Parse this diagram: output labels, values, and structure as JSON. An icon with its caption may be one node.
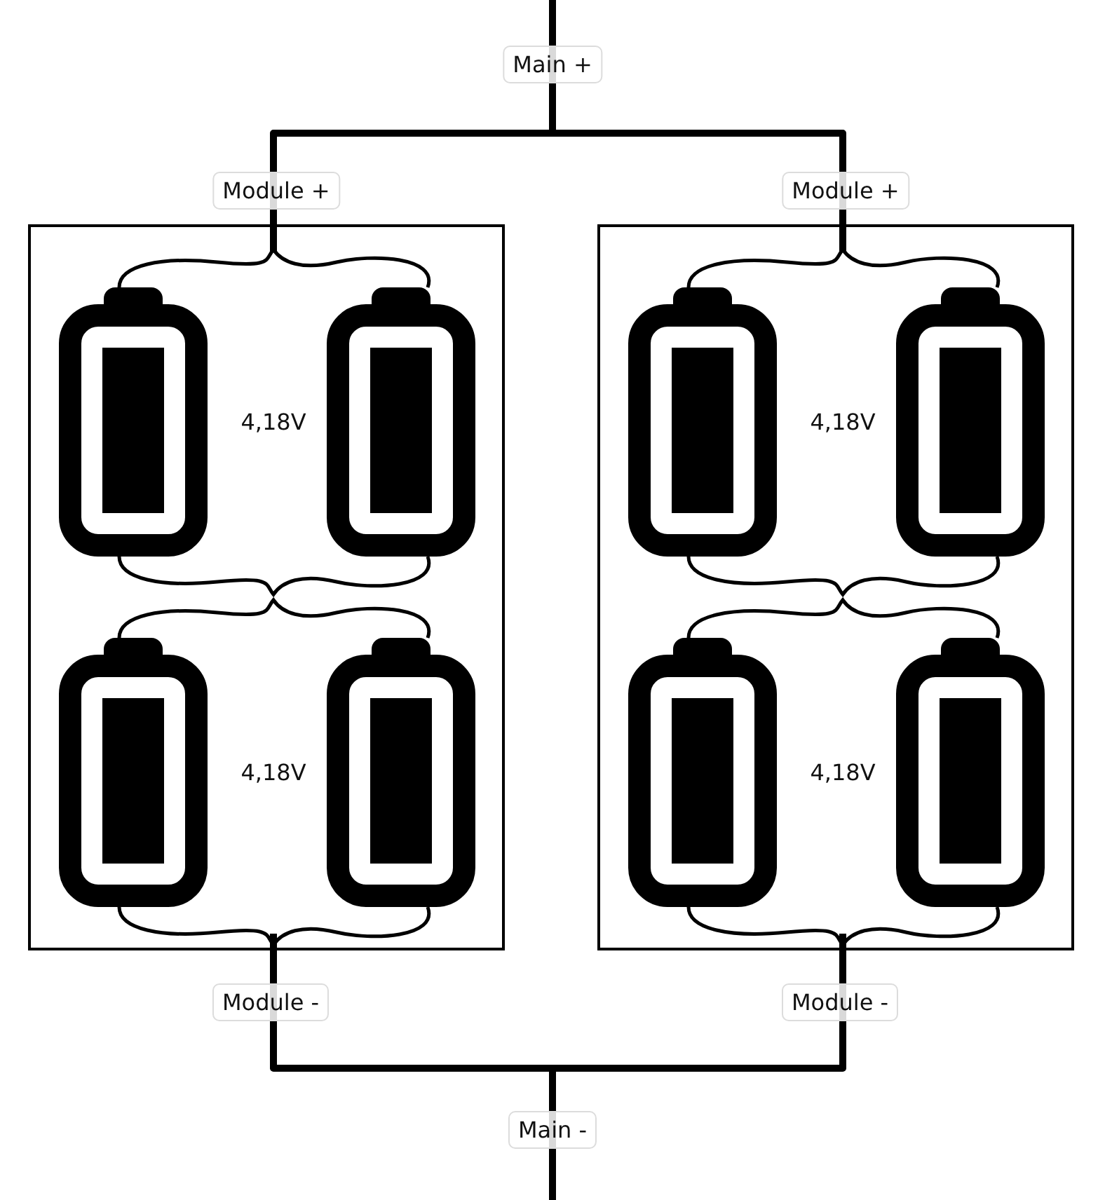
{
  "diagram": {
    "nodes": [
      {
        "text": [],
        "shape": "box"
      },
      {
        "text": [],
        "shape": "box"
      },
      {
        "text": [],
        "shape": "battery",
        "in": 0
      },
      {
        "text": [],
        "shape": "battery",
        "in": 0
      },
      {
        "text": [],
        "shape": "battery",
        "in": 0
      },
      {
        "text": [],
        "shape": "battery",
        "in": 0
      },
      {
        "text": [],
        "shape": "battery",
        "in": 1
      },
      {
        "text": [],
        "shape": "battery",
        "in": 1
      },
      {
        "text": [],
        "shape": "battery",
        "in": 1
      },
      {
        "text": [],
        "shape": "battery",
        "in": 1
      }
    ],
    "edges": [
      {
        "from": null,
        "to": 0,
        "arrow": "none",
        "label": "Module +",
        "style": "thick"
      },
      {
        "from": null,
        "to": 1,
        "arrow": "none",
        "label": "Module +",
        "style": "thick"
      },
      {
        "from": 0,
        "to": null,
        "arrow": "none",
        "label": "Module -",
        "style": "thick"
      },
      {
        "from": 1,
        "to": null,
        "arrow": "none",
        "label": "Module -",
        "style": "thick"
      },
      {
        "from": 2,
        "to": 3,
        "arrow": "none"
      },
      {
        "from": 2,
        "to": 3,
        "arrow": "none"
      },
      {
        "from": 4,
        "to": 5,
        "arrow": "none"
      },
      {
        "from": 4,
        "to": 5,
        "arrow": "none"
      },
      {
        "from": 6,
        "to": 7,
        "arrow": "none"
      },
      {
        "from": 6,
        "to": 7,
        "arrow": "none"
      },
      {
        "from": 8,
        "to": 9,
        "arrow": "none"
      },
      {
        "from": 8,
        "to": 9,
        "arrow": "none"
      }
    ],
    "labels": [
      "Main +",
      "4,18V",
      "4,18V",
      "4,18V",
      "4,18V",
      "Main -"
    ]
  }
}
